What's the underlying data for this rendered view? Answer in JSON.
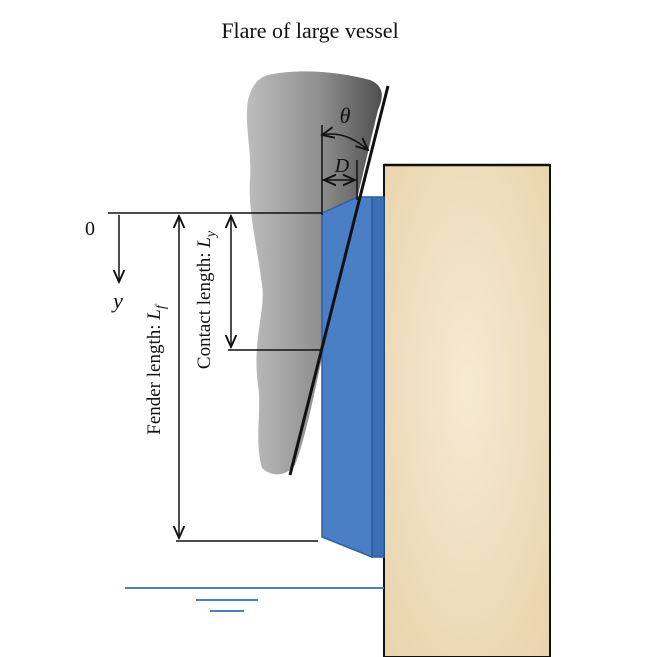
{
  "title": "Flare of large vessel",
  "labels": {
    "origin": "0",
    "y_axis": "y",
    "theta": "θ",
    "d": "D",
    "contact_length_prefix": "Contact length: ",
    "contact_length_symbol": "L",
    "contact_length_sub": "y",
    "fender_length_prefix": "Fender length: ",
    "fender_length_symbol": "L",
    "fender_length_sub": "f"
  },
  "colors": {
    "hull": "#8c8c8c",
    "fender": "#4a7fc6",
    "quay": "#f1e2c4",
    "water": "#4a7fc6"
  }
}
